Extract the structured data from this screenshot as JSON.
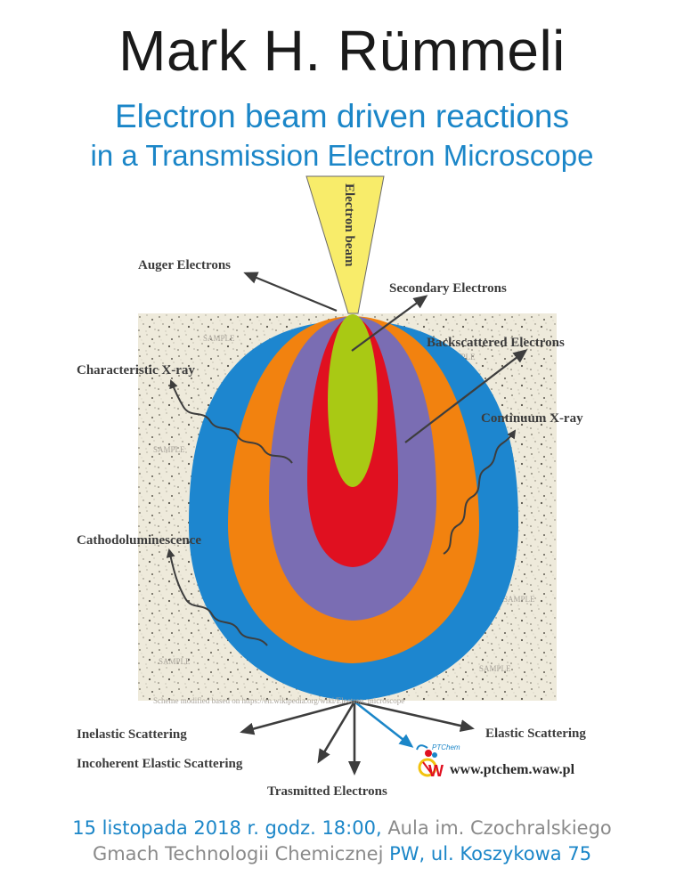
{
  "header": {
    "speaker": "Mark H. Rümmeli",
    "subtitle_line1": "Electron beam driven reactions",
    "subtitle_line2": "in a Transmission Electron Microscope"
  },
  "diagram": {
    "beam_label": "Electron beam",
    "labels": {
      "auger": "Auger Electrons",
      "secondary": "Secondary Electrons",
      "backscattered": "Backscattered Electrons",
      "characteristic_xray": "Characteristic X-ray",
      "continuum_xray": "Continuum X-ray",
      "cathodoluminescence": "Cathodoluminescence",
      "inelastic": "Inelastic Scattering",
      "incoherent_elastic": "Incoherent Elastic Scattering",
      "elastic": "Elastic Scattering",
      "transmitted": "Trasmitted Electrons"
    },
    "sample_watermark": "SAMPLE",
    "credit": "Scheme modified based on https://en.wikipedia.org/wiki/Electron_microscope",
    "colors": {
      "beam": "#f8ec6a",
      "outer": "#1d86cf",
      "orange": "#f2820f",
      "purple": "#7a6db3",
      "red": "#e01020",
      "green": "#a9c914",
      "accent_arrow": "#1b86c8"
    }
  },
  "logo": {
    "name": "PTChem",
    "url": "www.ptchem.waw.pl"
  },
  "footer": {
    "line1_blue": "15 listopada 2018 r. godz. 18:00,",
    "line1_grey": " Aula im. Czochralskiego",
    "line2_grey": "Gmach Technologii Chemicznej",
    "line2_blue": " PW, ul. Koszykowa 75"
  }
}
